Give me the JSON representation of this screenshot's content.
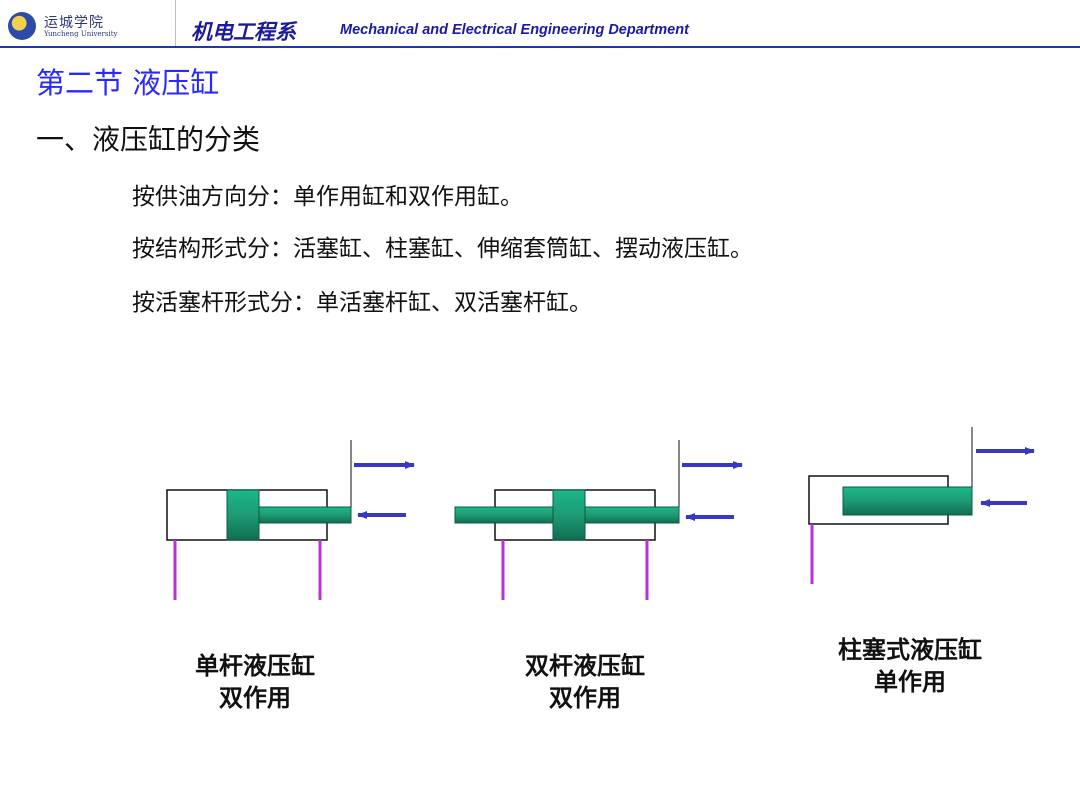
{
  "header": {
    "logo_name": "运城学院",
    "logo_sub": "Yuncheng University",
    "dept_cn": "机电工程系",
    "dept_en": "Mechanical and Electrical Engineering Department"
  },
  "section_title": "第二节 液压缸",
  "subsection": "一、液压缸的分类",
  "lines": [
    "按供油方向分：单作用缸和双作用缸。",
    "按结构形式分：活塞缸、柱塞缸、伸缩套筒缸、摆动液压缸。",
    "按活塞杆形式分：单活塞杆缸、双活塞杆缸。"
  ],
  "captions": [
    {
      "line1": "单杆液压缸",
      "line2": "双作用"
    },
    {
      "line1": "双杆液压缸",
      "line2": "双作用"
    },
    {
      "line1": "柱塞式液压缸",
      "line2": "单作用"
    }
  ],
  "colors": {
    "accent": "#1f3aa3",
    "title": "#2828ff",
    "piston": "#1e9a74",
    "arrow": "#3838c8",
    "port": "#b832d8"
  }
}
